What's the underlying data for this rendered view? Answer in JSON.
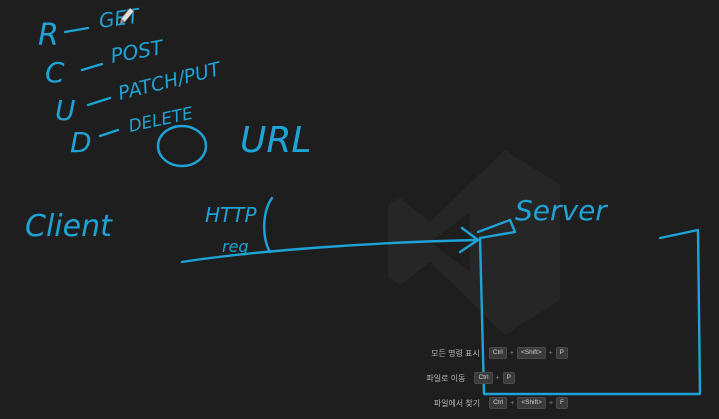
{
  "whiteboard": {
    "crud": [
      {
        "letter": "R",
        "method": "GET"
      },
      {
        "letter": "C",
        "method": "POST"
      },
      {
        "letter": "U",
        "method": "PATCH/PUT"
      },
      {
        "letter": "D",
        "method": "DELETE"
      }
    ],
    "url_label": "URL",
    "client_label": "Client",
    "http_label": "HTTP",
    "req_label": "req",
    "server_label": "Server"
  },
  "shortcuts": {
    "items": [
      {
        "label": "모든 명령 표시",
        "keys": [
          "Ctrl",
          "<Shift>",
          "P"
        ]
      },
      {
        "label": "파일로 이동",
        "keys": [
          "Ctrl",
          "P"
        ]
      },
      {
        "label": "파일에서 찾기",
        "keys": [
          "Ctrl",
          "<Shift>",
          "F"
        ]
      }
    ]
  },
  "colors": {
    "background": "#1e1e1e",
    "ink": "#1ea3d6",
    "watermark": "#252525"
  },
  "icons": [
    "pen-cursor-icon",
    "vscode-logo-watermark"
  ]
}
